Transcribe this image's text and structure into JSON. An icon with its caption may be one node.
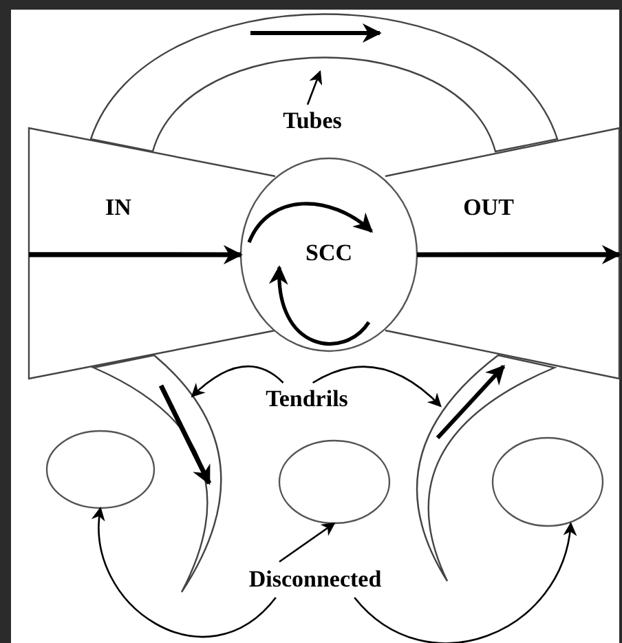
{
  "diagram": {
    "nodes": [
      {
        "text": [
          "IN"
        ]
      },
      {
        "text": [
          "SCC"
        ]
      },
      {
        "text": [
          "OUT"
        ]
      },
      {
        "text": [],
        "shape": "band"
      },
      {
        "text": [],
        "shape": "band"
      },
      {
        "text": [],
        "shape": "band"
      },
      {
        "text": [],
        "shape": "ellipse"
      },
      {
        "text": [],
        "shape": "ellipse"
      },
      {
        "text": [],
        "shape": "ellipse"
      },
      {
        "text": [
          "Tubes"
        ]
      },
      {
        "text": [
          "Tendrils"
        ]
      },
      {
        "text": [
          "Disconnected"
        ]
      }
    ],
    "edges": [
      {
        "from": 0,
        "to": 1,
        "arrow": "to",
        "style": "thick"
      },
      {
        "from": 1,
        "to": 2,
        "arrow": "to",
        "style": "thick"
      },
      {
        "from": 9,
        "to": 3,
        "arrow": "to"
      },
      {
        "from": 10,
        "to": 4,
        "arrow": "to"
      },
      {
        "from": 10,
        "to": 5,
        "arrow": "to"
      },
      {
        "from": 11,
        "to": 6,
        "arrow": "to"
      },
      {
        "from": 11,
        "to": 7,
        "arrow": "to"
      },
      {
        "from": 11,
        "to": 8,
        "arrow": "to"
      }
    ]
  }
}
